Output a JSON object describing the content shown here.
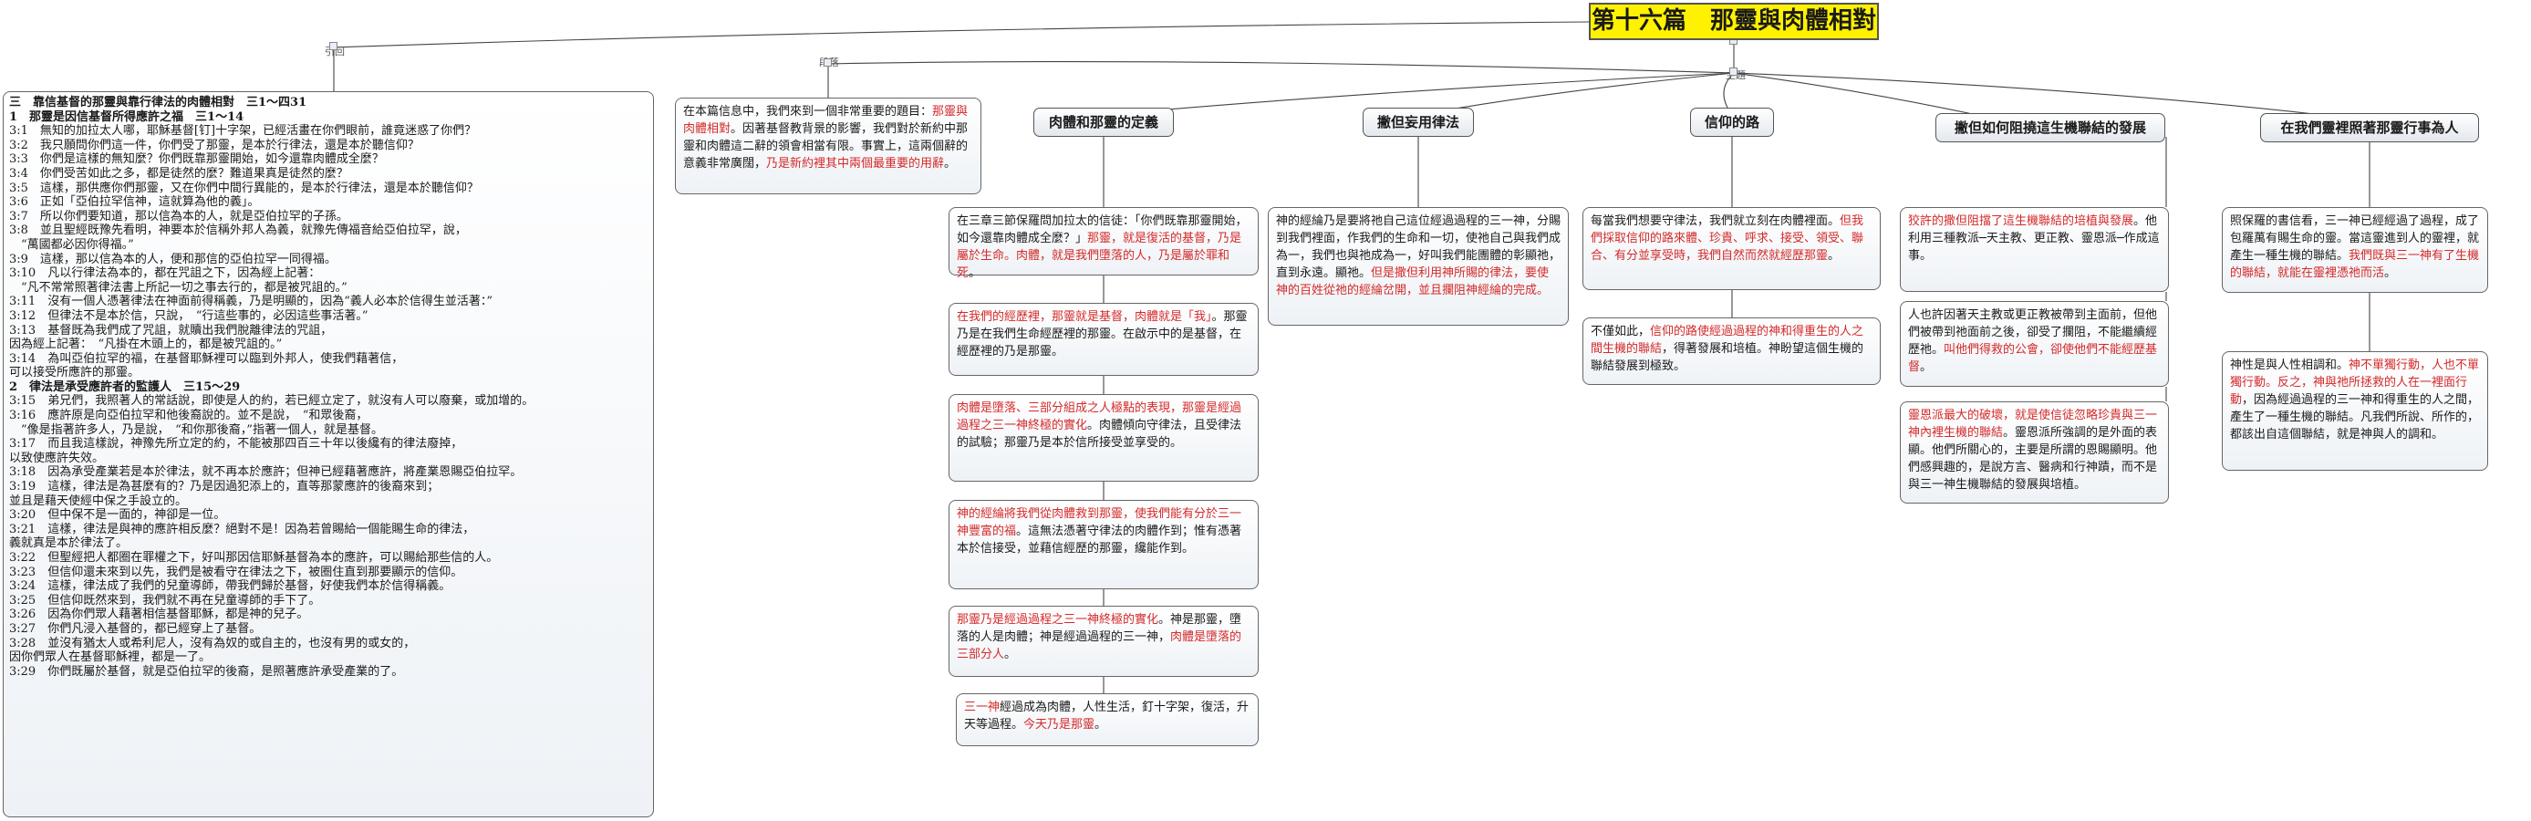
{
  "title": "第十六篇　那靈與肉體相對",
  "labels": {
    "left_branch": "引回",
    "main_node": "主題",
    "sub_node": "段落"
  },
  "intro": [
    {
      "t": "在本篇信息中，我們來到一個非常重要的題目："
    },
    {
      "t": "那靈與肉體相對",
      "r": true
    },
    {
      "t": "。因著基督教背景的影響，我們對於新約中那靈和肉體這二辭的領會相當有限。事實上，這兩個辭的意義非常廣闊，"
    },
    {
      "t": "乃是新約裡其中兩個最重要的用辭",
      "r": true
    },
    {
      "t": "。"
    }
  ],
  "headers": {
    "def": "肉體和那靈的定義",
    "law": "撇但妄用律法",
    "faith": "信仰的路",
    "dev": "撇但如何阻撓這生機聯結的發展",
    "walk": "在我們靈裡照著那靈行事為人"
  },
  "def_boxes": [
    [
      {
        "t": "在三章三節保羅問加拉太的信徒：「你們既靠那靈開始，如今還靠肉體成全麼？」"
      },
      {
        "t": "那靈，就是復活的基督，乃是屬於生命。肉體，就是我們墮落的人，乃是屬於罪和死",
        "r": true
      },
      {
        "t": "。"
      }
    ],
    [
      {
        "t": "在我們的經歷裡，那靈就是基督，肉體就是「我」",
        "r": true
      },
      {
        "t": "。那靈乃是在我們生命經歷裡的那靈。在啟示中的是基督，在經歷裡的乃是那靈。"
      }
    ],
    [
      {
        "t": "肉體是墮落、三部分組成之人極點的表現，那靈是經過過程之三一神終極的實化",
        "r": true
      },
      {
        "t": "。肉體傾向守律法，且受律法的試驗；那靈乃是本於信所接受並享受的。"
      }
    ],
    [
      {
        "t": "神的經綸將我們從肉體救到那靈，使我們能有分於三一神豐富的福",
        "r": true
      },
      {
        "t": "。這無法憑著守律法的肉體作到；惟有憑著本於信接受，並藉信經歷的那靈，纔能作到。"
      }
    ],
    [
      {
        "t": "那靈乃是經過過程之三一神終極的實化",
        "r": true
      },
      {
        "t": "。神是那靈，墮落的人是肉體；神是經過過程的三一神，"
      },
      {
        "t": "肉體是墮落的三部分人",
        "r": true
      },
      {
        "t": "。"
      }
    ],
    [
      {
        "t": "三一神",
        "r": true
      },
      {
        "t": "經過成為肉體，人性生活，釘十字架，復活，升天等過程。"
      },
      {
        "t": "今天乃是那靈",
        "r": true
      },
      {
        "t": "。"
      }
    ]
  ],
  "law_box": [
    {
      "t": "神的經綸乃是要將祂自己這位經過過程的三一神，分賜到我們裡面，作我們的生命和一切，使祂自己與我們成為一，我們也與祂成為一，好叫我們能團體的彰顯祂，直到永遠。顯祂。"
    },
    {
      "t": "但是撒但利用神所賜的律法，要使神的百姓從祂的經綸岔開，並且攔阻神經綸的完成。",
      "r": true
    }
  ],
  "faith_boxes": [
    [
      {
        "t": "每當我們想要守律法，我們就立刻在肉體裡面。"
      },
      {
        "t": "但我們採取信仰的路來體、珍貴、呼求、接受、領受、聯合、有分並享受時，我們自然而然就經歷那靈",
        "r": true
      },
      {
        "t": "。"
      }
    ],
    [
      {
        "t": "不僅如此，"
      },
      {
        "t": "信仰的路使經過過程的神和得重生的人之間生機的聯結",
        "r": true
      },
      {
        "t": "，得著發展和培植。神盼望這個生機的聯結發展到極致。"
      }
    ]
  ],
  "dev_boxes": [
    [
      {
        "t": "狡許的撒但阻擋了這生機聯結的培植與發展",
        "r": true
      },
      {
        "t": "。他利用三種教派─天主教、更正教、靈恩派─作成這事。"
      }
    ],
    [
      {
        "t": "人也許因著天主教或更正教被帶到主面前，但他們被帶到祂面前之後，卻受了攔阻，不能繼續經歷祂。"
      },
      {
        "t": "叫他們得救的公會，卻使他們不能經歷基督",
        "r": true
      },
      {
        "t": "。"
      }
    ],
    [
      {
        "t": "靈恩派最大的破壞，就是使信徒忽略珍貴與三一神內裡生機的聯結",
        "r": true
      },
      {
        "t": "。靈恩派所強調的是外面的表顯。他們所關心的，主要是所謂的恩賜顯明。他們感興趣的，是說方言、醫病和行神蹟，而不是與三一神生機聯結的發展與培植。"
      }
    ]
  ],
  "walk_boxes": [
    [
      {
        "t": "照保羅的書信看，三一神已經經過了過程，成了包羅萬有賜生命的靈。當這靈進到人的靈裡，就產生一種生機的聯結。"
      },
      {
        "t": "我們既與三一神有了生機的聯結，就能在靈裡憑祂而活",
        "r": true
      },
      {
        "t": "。"
      }
    ],
    [
      {
        "t": "神性是與人性相調和。"
      },
      {
        "t": "神不單獨行動，人也不單獨行動。反之，神與祂所拯救的人在一裡面行動",
        "r": true
      },
      {
        "t": "，因為經過過程的三一神和得重生的人之間，產生了一種生機的聯結。凡我們所說、所作的，都該出自這個聯結，就是神與人的調和。"
      }
    ]
  ],
  "left_panel": [
    {
      "t": "三　靠信基督的那靈與靠行律法的肉體相對　三1～四31",
      "b": true
    },
    {
      "t": "1　那靈是因信基督所得應許之福　三1～14",
      "b": true
    },
    {
      "t": "3:1　無知的加拉太人哪，耶穌基督[钉]十字架，已經活畫在你們眼前，誰竟迷惑了你們？"
    },
    {
      "t": "3:2　我只願問你們這一件，你們受了那靈，是本於行律法，還是本於聽信仰？"
    },
    {
      "t": "3:3　你們是這樣的無知麼？你們既靠那靈開始，如今還靠肉體成全麼？"
    },
    {
      "t": "3:4　你們受苦如此之多，都是徒然的麼？難道果真是徒然的麼？"
    },
    {
      "t": "3:5　這樣，那供應你們那靈，又在你們中間行異能的，是本於行律法，還是本於聽信仰？"
    },
    {
      "t": "3:6　正如「亞伯拉罕信神，這就算為他的義」。"
    },
    {
      "t": "3:7　所以你們要知道，那以信為本的人，就是亞伯拉罕的子孫。"
    },
    {
      "t": "3:8　並且聖經既豫先看明，神要本於信稱外邦人為義，就豫先傳福音給亞伯拉罕，說，"
    },
    {
      "t": "　“萬國都必因你得福。”"
    },
    {
      "t": "3:9　這樣，那以信為本的人，便和那信的亞伯拉罕一同得福。"
    },
    {
      "t": "3:10　凡以行律法為本的，都在咒詛之下，因為經上記著："
    },
    {
      "t": "　“凡不常常照著律法書上所記一切之事去行的，都是被咒詛的。”"
    },
    {
      "t": "3:11　沒有一個人憑著律法在神面前得稱義，乃是明顯的，因為“義人必本於信得生並活著：”"
    },
    {
      "t": "3:12　但律法不是本於信，只說，　“行這些事的，必因這些事活著。”"
    },
    {
      "t": "3:13　基督既為我們成了咒詛，就贖出我們脫離律法的咒詛，"
    },
    {
      "t": "因為經上記著：　“凡掛在木頭上的，都是被咒詛的。”"
    },
    {
      "t": "3:14　為叫亞伯拉罕的福，在基督耶穌裡可以臨到外邦人，使我們藉著信，"
    },
    {
      "t": "可以接受所應許的那靈。"
    },
    {
      "t": "2　律法是承受應許者的監護人　三15～29",
      "b": true
    },
    {
      "t": "3:15　弟兄們，我照著人的常話說，即使是人的約，若已經立定了，就沒有人可以廢棄，或加增的。"
    },
    {
      "t": "3:16　應許原是向亞伯拉罕和他後裔說的。並不是說，　“和眾後裔，"
    },
    {
      "t": "　”像是指著許多人，乃是說，　“和你那後裔，”指著一個人，就是基督。"
    },
    {
      "t": "3:17　而且我這樣說，神豫先所立定的約，不能被那四百三十年以後纔有的律法廢掉，"
    },
    {
      "t": "以致使應許失效。"
    },
    {
      "t": "3:18　因為承受產業若是本於律法，就不再本於應許；但神已經藉著應許，將產業恩賜亞伯拉罕。"
    },
    {
      "t": "3:19　這樣，律法是為甚麼有的？乃是因過犯添上的，直等那蒙應許的後裔來到；"
    },
    {
      "t": "並且是藉天使經中保之手設立的。"
    },
    {
      "t": "3:20　但中保不是一面的，神卻是一位。"
    },
    {
      "t": "3:21　這樣，律法是與神的應許相反麼？絕對不是！因為若曾賜給一個能賜生命的律法，"
    },
    {
      "t": "義就真是本於律法了。"
    },
    {
      "t": "3:22　但聖經把人都圈在罪權之下，好叫那因信耶穌基督為本的應許，可以賜給那些信的人。"
    },
    {
      "t": "3:23　但信仰還未來到以先，我們是被看守在律法之下，被圈住直到那要顯示的信仰。"
    },
    {
      "t": "3:24　這樣，律法成了我們的兒童導師，帶我們歸於基督，好使我們本於信得稱義。"
    },
    {
      "t": "3:25　但信仰既然來到，我們就不再在兒童導師的手下了。"
    },
    {
      "t": "3:26　因為你們眾人藉著相信基督耶穌，都是神的兒子。"
    },
    {
      "t": "3:27　你們凡浸入基督的，都已經穿上了基督。"
    },
    {
      "t": "3:28　並沒有猶太人或希利尼人，沒有為奴的或自主的，也沒有男的或女的，"
    },
    {
      "t": "因你們眾人在基督耶穌裡，都是一了。"
    },
    {
      "t": "3:29　你們既屬於基督，就是亞伯拉罕的後裔，是照著應許承受產業的了。"
    }
  ]
}
